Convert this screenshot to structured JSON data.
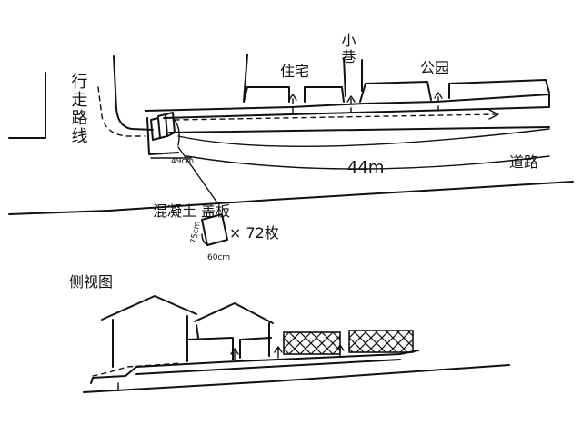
{
  "plan_view": {
    "label_walk_route": "行走路线",
    "label_houses": "住宅",
    "label_alley": "小巷",
    "label_park": "公园",
    "label_road": "道路",
    "label_length": "44m",
    "label_width": "49cm",
    "label_slab_name": "混凝土 盖板",
    "label_slab_height": "75cm",
    "label_slab_width": "60cm",
    "label_slab_count": "× 72枚"
  },
  "side_view": {
    "title": "侧视图"
  },
  "colors": {
    "ink": "#111111",
    "paper": "#ffffff"
  }
}
